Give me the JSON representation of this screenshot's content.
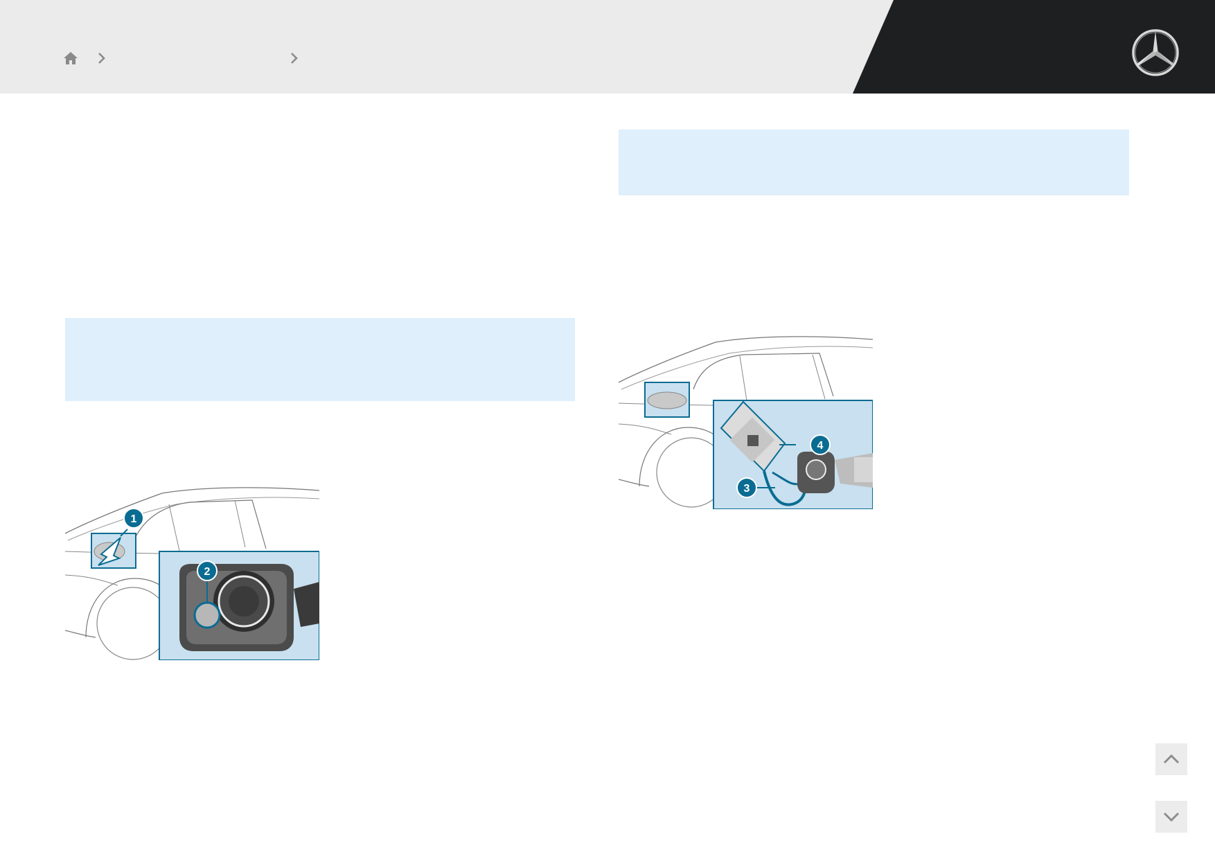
{
  "header": {
    "breadcrumb": [
      {
        "icon": "home-icon"
      },
      {
        "icon": "chevron-right-icon"
      },
      {
        "icon": "chevron-right-icon"
      }
    ],
    "logo": "mercedes-star-logo"
  },
  "figure_left": {
    "callouts": [
      "1",
      "2"
    ]
  },
  "figure_right": {
    "callouts": [
      "4",
      "3"
    ]
  },
  "navigation": {
    "up_icon": "chevron-up-icon",
    "down_icon": "chevron-down-icon"
  },
  "colors": {
    "header_bg": "#ebebeb",
    "header_dark": "#1e1f21",
    "note_bg": "#dfeffb",
    "callout": "#0a6c92",
    "detail_bg": "#c8e0ef"
  }
}
